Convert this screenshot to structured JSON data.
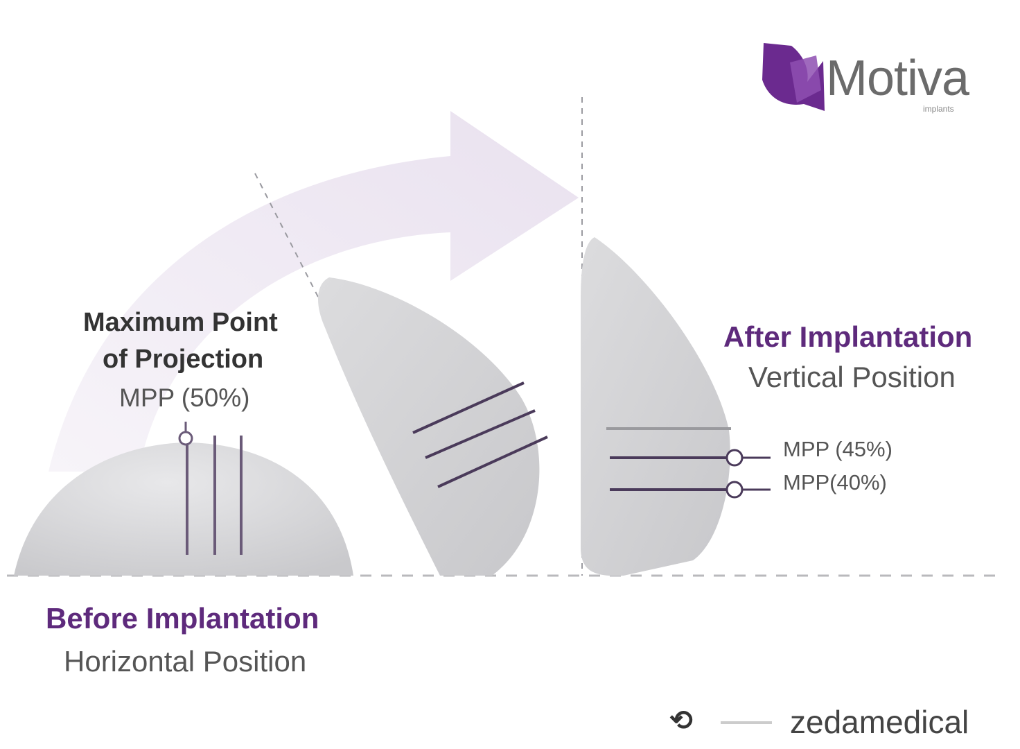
{
  "logo": {
    "brand": "Motiva",
    "tagline": "implants",
    "color": "#6b2a8f"
  },
  "before": {
    "title": "Before Implantation",
    "subtitle": "Horizontal Position"
  },
  "mpp_label": {
    "line1": "Maximum Point",
    "line2": "of Projection",
    "value": "MPP (50%)"
  },
  "after": {
    "title": "After Implantation",
    "subtitle": "Vertical Position",
    "mpp_upper": "MPP (45%)",
    "mpp_lower": "MPP(40%)"
  },
  "credit": {
    "handle": "zedamedical",
    "icon": "repost-icon"
  },
  "colors": {
    "accent": "#5e2a7c",
    "implant": "#d4d4d6",
    "arrow": "#ebe4f0",
    "line": "#4a3a5a"
  }
}
